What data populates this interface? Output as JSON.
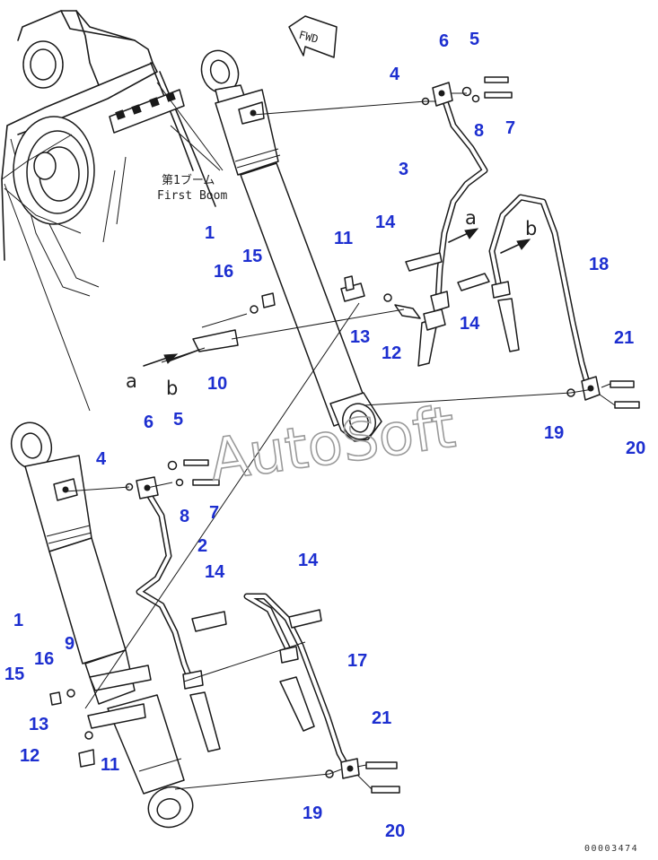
{
  "diagram": {
    "watermark": "AutoSoft",
    "drawing_code": "00003474",
    "direction_arrow": {
      "label": "FWD",
      "icon": "forward-arrow-icon"
    },
    "boom_label": {
      "japanese": "第1ブーム",
      "english": "First Boom"
    },
    "view_letters": [
      "a",
      "b"
    ],
    "callouts": [
      {
        "id": "c1a",
        "text": "1"
      },
      {
        "id": "c1b",
        "text": "1"
      },
      {
        "id": "c2",
        "text": "2"
      },
      {
        "id": "c3",
        "text": "3"
      },
      {
        "id": "c4a",
        "text": "4"
      },
      {
        "id": "c4b",
        "text": "4"
      },
      {
        "id": "c5a",
        "text": "5"
      },
      {
        "id": "c5b",
        "text": "5"
      },
      {
        "id": "c6a",
        "text": "6"
      },
      {
        "id": "c6b",
        "text": "6"
      },
      {
        "id": "c7a",
        "text": "7"
      },
      {
        "id": "c7b",
        "text": "7"
      },
      {
        "id": "c8a",
        "text": "8"
      },
      {
        "id": "c8b",
        "text": "8"
      },
      {
        "id": "c9",
        "text": "9"
      },
      {
        "id": "c10",
        "text": "10"
      },
      {
        "id": "c11a",
        "text": "11"
      },
      {
        "id": "c11b",
        "text": "11"
      },
      {
        "id": "c12a",
        "text": "12"
      },
      {
        "id": "c12b",
        "text": "12"
      },
      {
        "id": "c13a",
        "text": "13"
      },
      {
        "id": "c13b",
        "text": "13"
      },
      {
        "id": "c14a",
        "text": "14"
      },
      {
        "id": "c14b",
        "text": "14"
      },
      {
        "id": "c14c",
        "text": "14"
      },
      {
        "id": "c14d",
        "text": "14"
      },
      {
        "id": "c15a",
        "text": "15"
      },
      {
        "id": "c15b",
        "text": "15"
      },
      {
        "id": "c16a",
        "text": "16"
      },
      {
        "id": "c16b",
        "text": "16"
      },
      {
        "id": "c17",
        "text": "17"
      },
      {
        "id": "c18",
        "text": "18"
      },
      {
        "id": "c19a",
        "text": "19"
      },
      {
        "id": "c19b",
        "text": "19"
      },
      {
        "id": "c20a",
        "text": "20"
      },
      {
        "id": "c20b",
        "text": "20"
      },
      {
        "id": "c21a",
        "text": "21"
      },
      {
        "id": "c21b",
        "text": "21"
      }
    ]
  }
}
